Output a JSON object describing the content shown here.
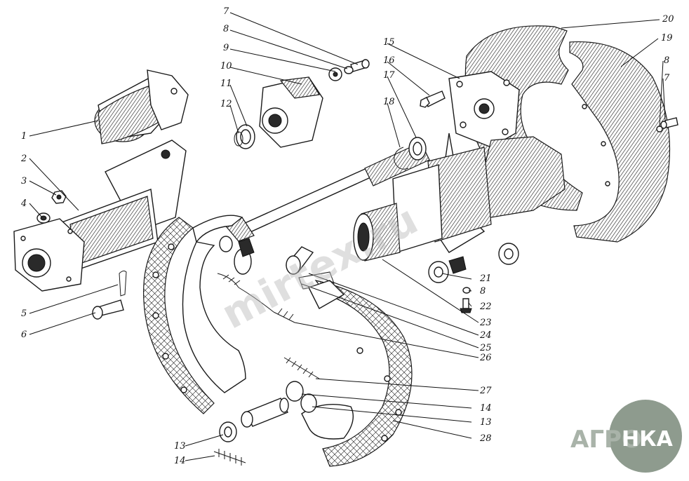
{
  "callouts": {
    "n1": "1",
    "n2": "2",
    "n3": "3",
    "n4": "4",
    "n5": "5",
    "n6": "6",
    "n7a": "7",
    "n8a": "8",
    "n9": "9",
    "n10": "10",
    "n11": "11",
    "n12": "12",
    "n15": "15",
    "n16": "16",
    "n17": "17",
    "n18": "18",
    "n20": "20",
    "n19": "19",
    "n8b": "8",
    "n7b": "7",
    "n21": "21",
    "n8c": "8",
    "n22": "22",
    "n23": "23",
    "n24": "24",
    "n25": "25",
    "n26": "26",
    "n27": "27",
    "n14a": "14",
    "n13a": "13",
    "n28": "28",
    "n13b": "13",
    "n14b": "14"
  },
  "watermark": {
    "text": "mirtex.ru"
  },
  "logo": {
    "left_text": "АГРО",
    "right_text": "НКА"
  },
  "colors": {
    "ink": "#1a1a1a",
    "logo_green": "#8e9b8e",
    "logo_gray": "#a9b3a9"
  }
}
